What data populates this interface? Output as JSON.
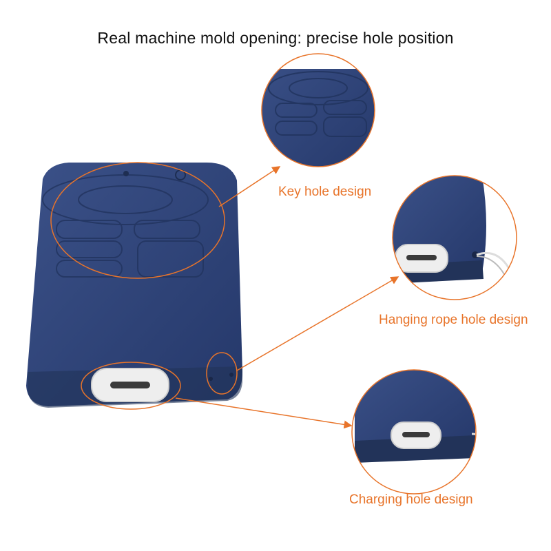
{
  "title": "Real machine mold opening: precise hole position",
  "callouts": [
    {
      "label": "Key hole design"
    },
    {
      "label": "Hanging rope hole design"
    },
    {
      "label": "Charging hole design"
    }
  ],
  "colors": {
    "accent": "#e8742a",
    "case_blue": "#2f4476",
    "case_shadow": "#223359",
    "port_white": "#eeeeee",
    "text": "#111111"
  }
}
